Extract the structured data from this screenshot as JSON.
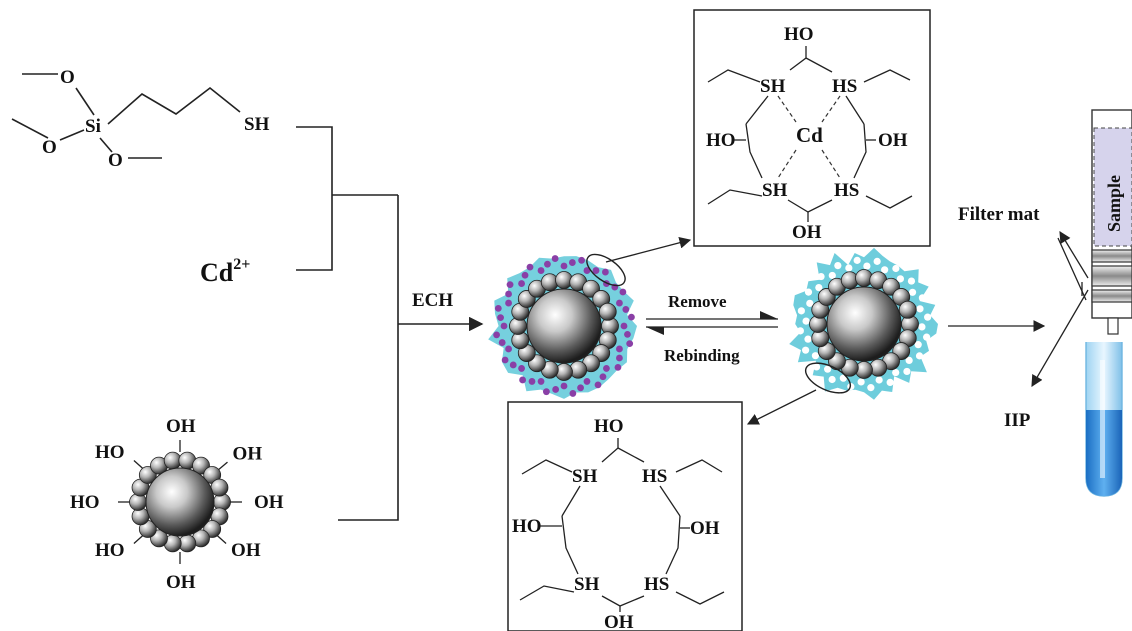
{
  "silane": {
    "o_top": "O",
    "si": "Si",
    "o_left": "O",
    "o_bottom": "O",
    "sh": "SH"
  },
  "ion": {
    "symbol": "Cd",
    "charge": "2+"
  },
  "particle": {
    "oh": "OH",
    "ho": "HO"
  },
  "arrows": {
    "ech": "ECH",
    "remove": "Remove",
    "rebinding": "Rebinding"
  },
  "complex": {
    "ho": "HO",
    "oh": "OH",
    "sh": "SH",
    "hs": "HS",
    "cd": "Cd"
  },
  "cavity": {
    "ho": "HO",
    "oh": "OH",
    "sh": "SH",
    "hs": "HS"
  },
  "column": {
    "sample": "Sample",
    "filter_mat": "Filter mat",
    "iip": "IIP"
  },
  "colors": {
    "coating": "#5ec8d8",
    "cd_dots": "#8a3fa6",
    "sample_fill": "#d6d3ec"
  }
}
